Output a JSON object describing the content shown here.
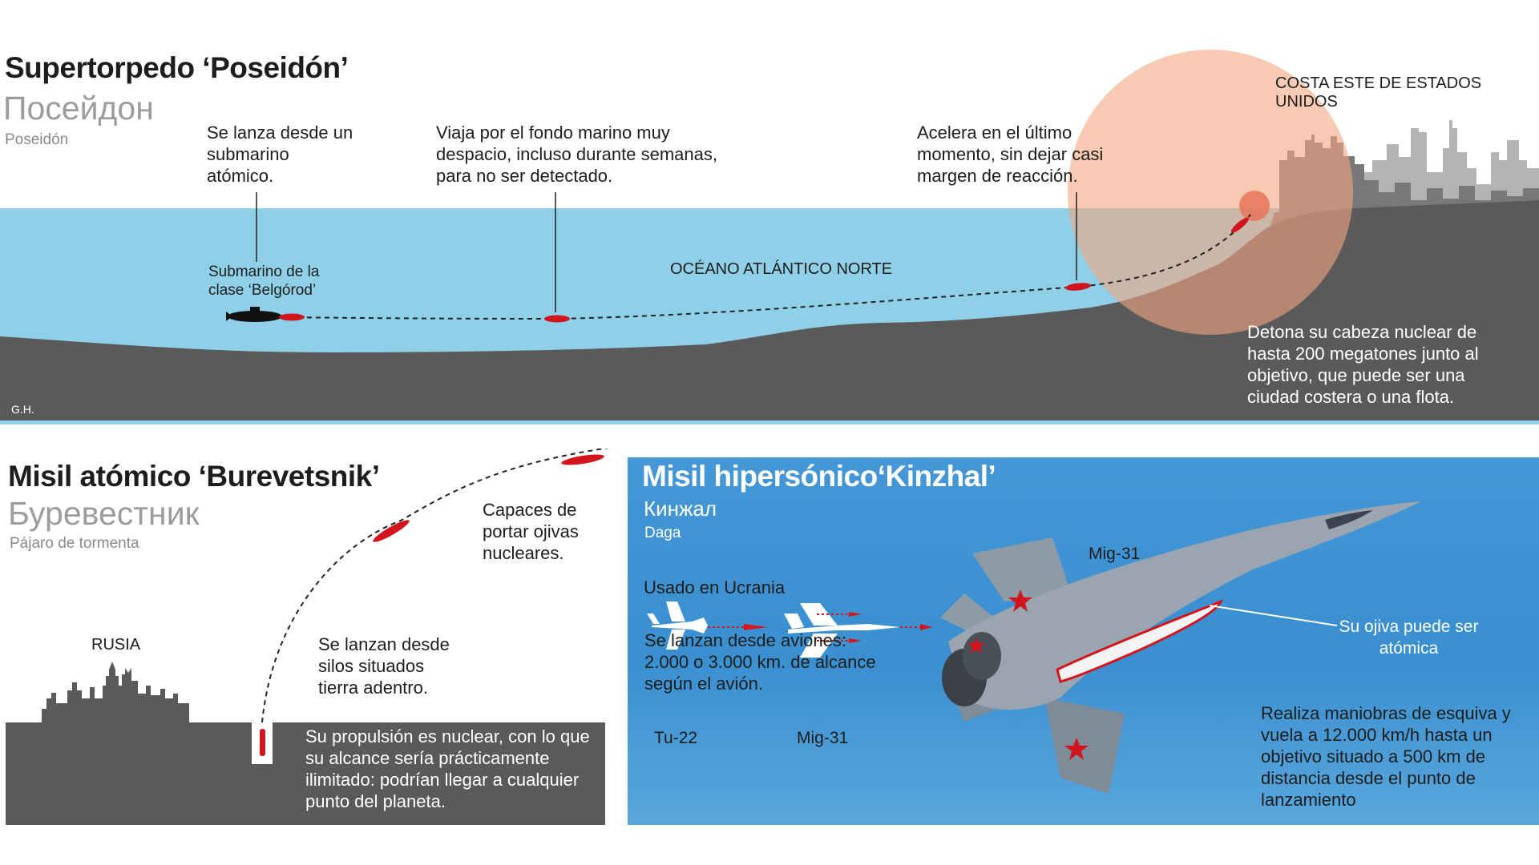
{
  "poseidon": {
    "title": "Supertorpedo ‘Poseidón’",
    "name_ru": "Посейдон",
    "name_translation": "Poseidón",
    "step1": "Se lanza desde un submarino atómico.",
    "step2": "Viaja por el fondo marino muy despacio, incluso durante semanas, para no ser detectado.",
    "step3": "Acelera en el último momento, sin dejar casi margen de reacción.",
    "submarine_label": "Submarino de la clase ‘Belgórod’",
    "ocean_label": "OCÉANO ATLÁNTICO NORTE",
    "coast_label": "COSTA ESTE DE ESTADOS UNIDOS",
    "detonation": "Detona su cabeza nuclear de hasta 200 megatones junto al objetivo, que puede ser una ciudad costera o una flota.",
    "credit": "G.H.",
    "colors": {
      "ocean": "#8fd0e8",
      "ground": "#5a5a5a",
      "blast": "#f4a680",
      "torpedo": "#d2151c"
    }
  },
  "burevestnik": {
    "title": "Misil atómico ‘Burevetsnik’",
    "name_ru": "Буревестник",
    "name_translation": "Pájaro de tormenta",
    "capacity": "Capaces de portar ojivas nucleares.",
    "launch": "Se lanzan desde silos situados tierra adentro.",
    "russia_label": "RUSIA",
    "propulsion": "Su propulsión es nuclear, con lo que su alcance sería prácticamente ilimitado: podrían llegar a cualquier punto del planeta."
  },
  "kinzhal": {
    "title": "Misil hipersónico‘Kinzhal’",
    "name_ru": "Кинжал",
    "name_translation": "Daga",
    "used_in": "Usado en Ucrania",
    "launch": "Se lanzan desde aviones: 2.000 o 3.000 km. de alcance según el avión.",
    "plane_label": "Mig-31",
    "warhead": "Su ojiva puede ser atómica",
    "maneuvers": "Realiza maniobras de esquiva y vuela a 12.000 km/h hasta un objetivo situado a 500 km de distancia desde el punto de lanzamiento",
    "aircraft": [
      "Tu-22",
      "Mig-31"
    ],
    "colors": {
      "sky": "#3a8fd0"
    }
  }
}
